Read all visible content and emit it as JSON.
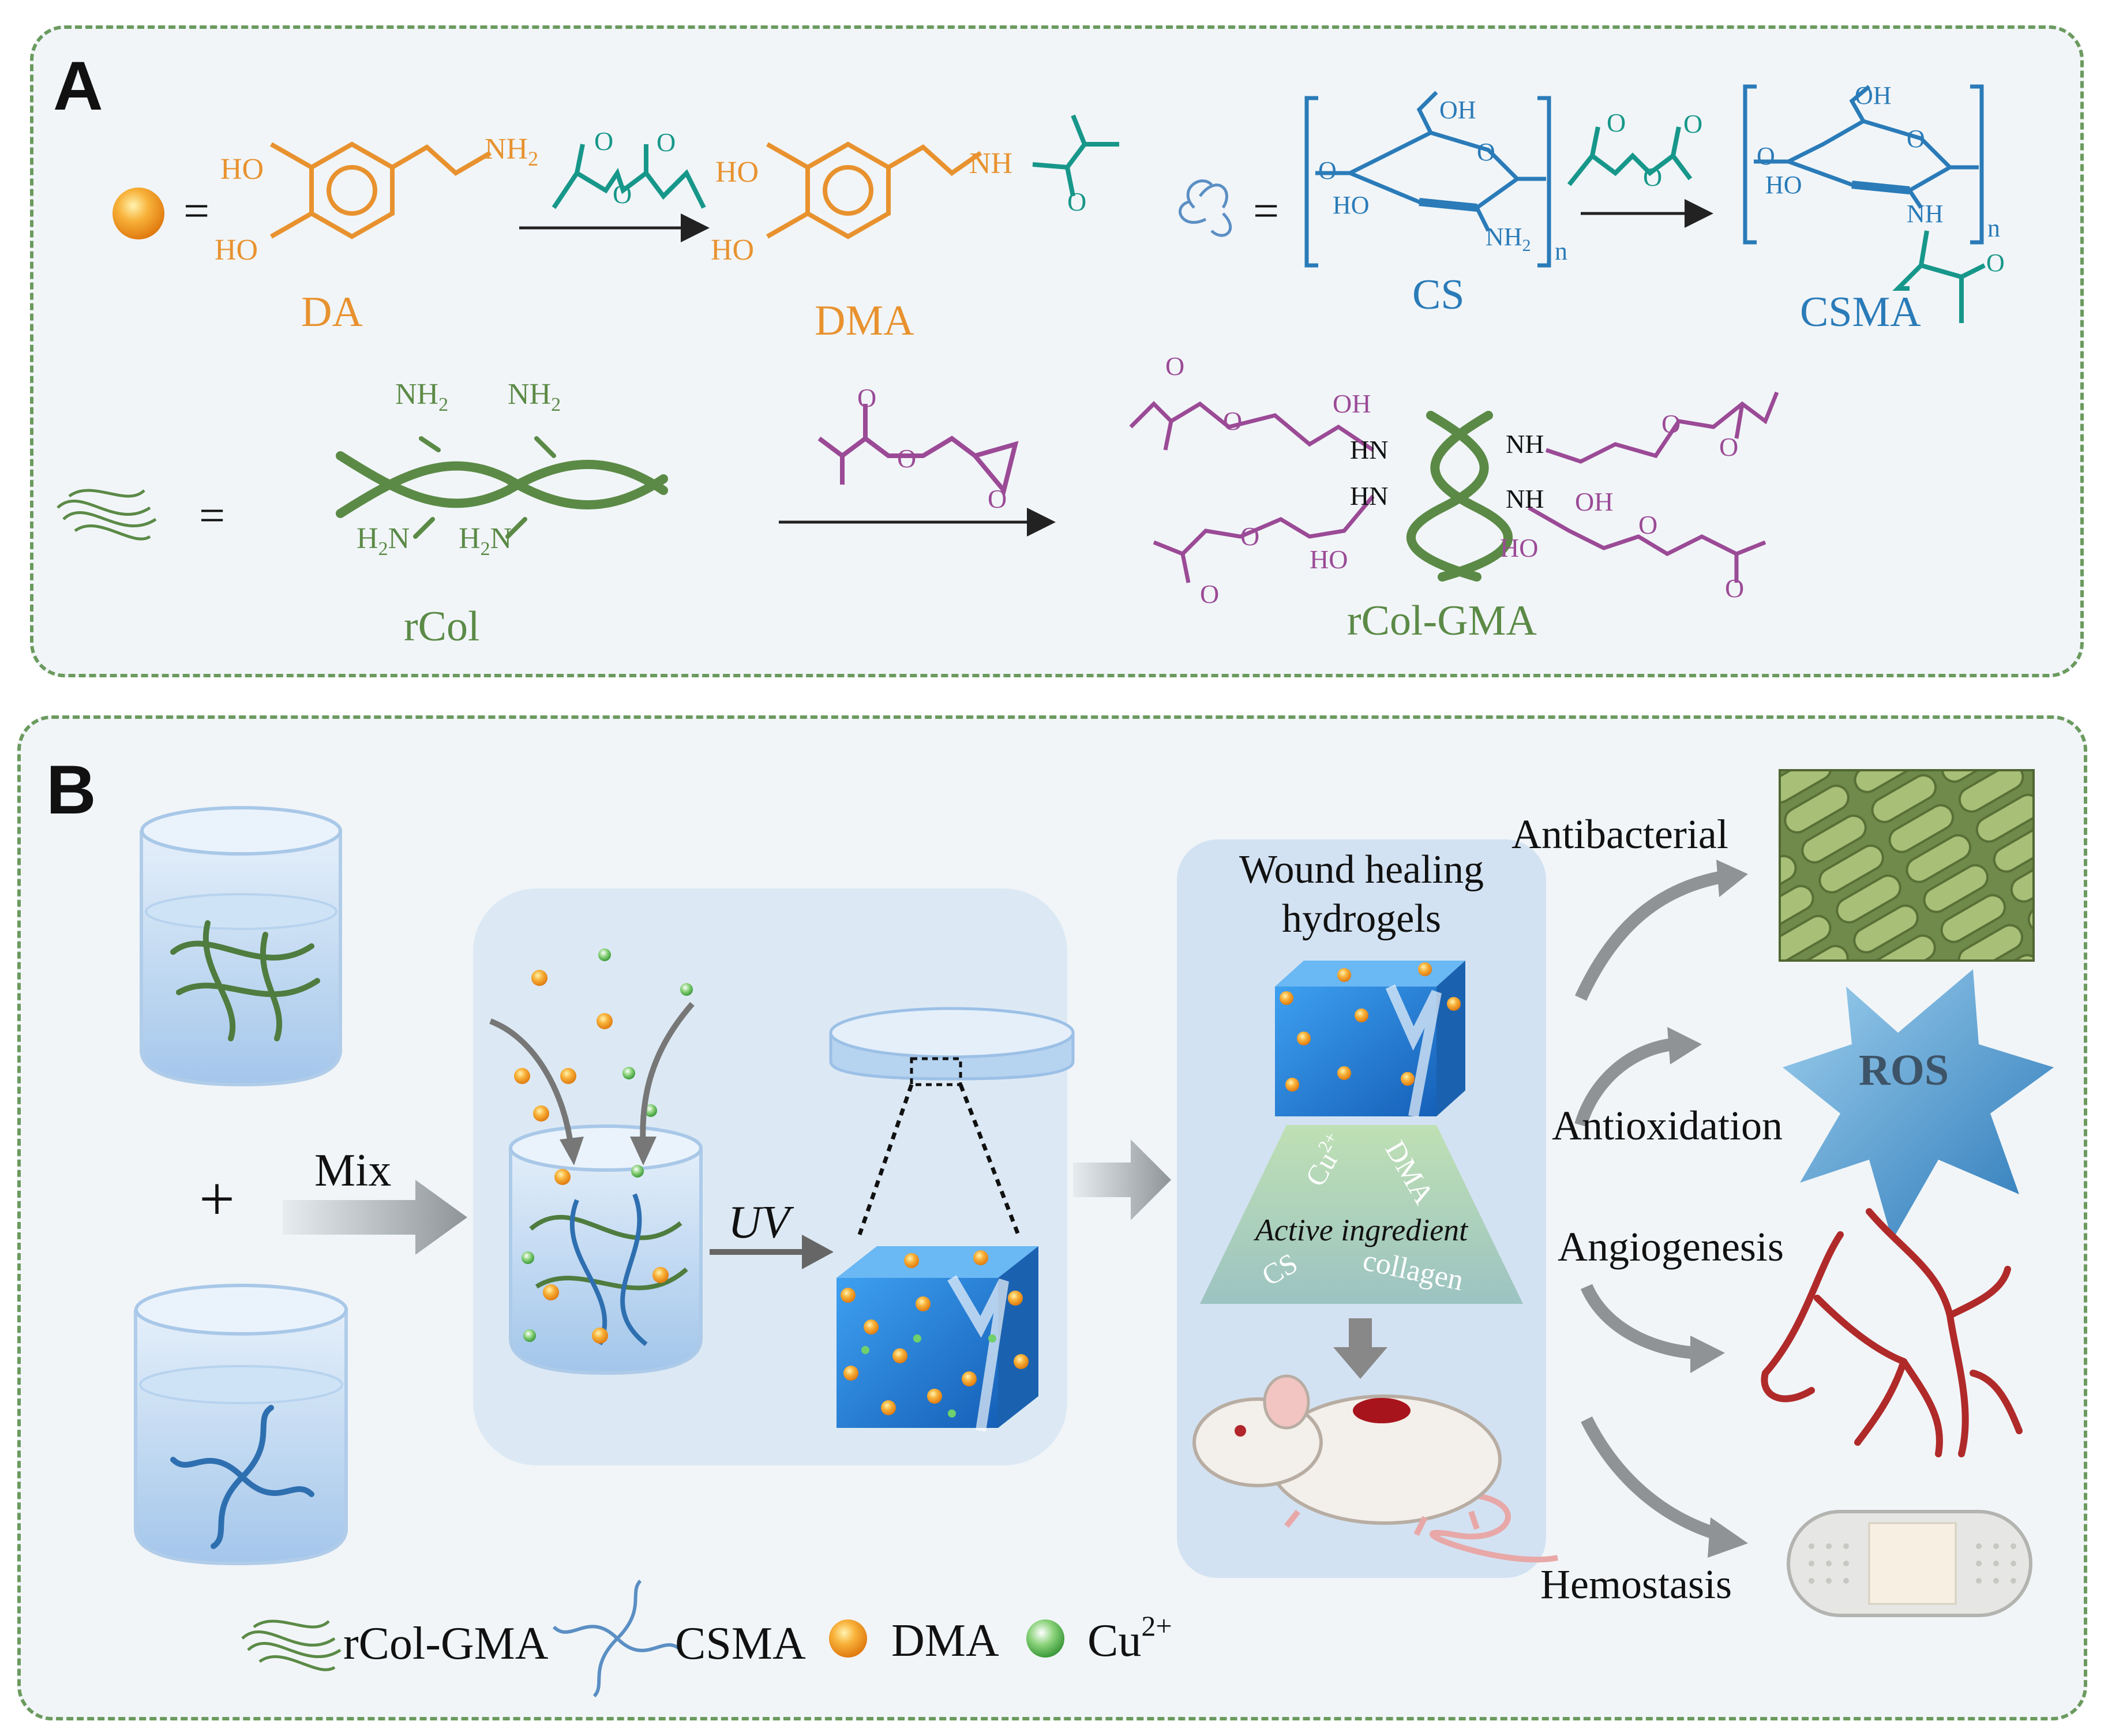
{
  "panel_a": {
    "label": "A",
    "equals": "=",
    "da": {
      "name": "DA",
      "ho": "HO",
      "nh2": "NH",
      "sub2": "2"
    },
    "dma": {
      "name": "DMA",
      "ho": "HO",
      "nh": "NH",
      "o": "O"
    },
    "cs": {
      "name": "CS",
      "oh": "OH",
      "o": "O",
      "ho": "HO",
      "nh2": "NH",
      "sub2": "2",
      "n": "n"
    },
    "csma": {
      "name": "CSMA",
      "oh": "OH",
      "o": "O",
      "ho": "HO",
      "nh": "NH",
      "n": "n"
    },
    "rcol": {
      "name": "rCol",
      "nh2": "NH",
      "h2n": "H",
      "sub2": "2",
      "n_suffix": "N"
    },
    "rcolgma": {
      "name": "rCol-GMA",
      "oh": "OH",
      "hn": "HN",
      "nh": "NH",
      "ho": "HO",
      "o": "O"
    }
  },
  "panel_b": {
    "label": "B",
    "plus": "+",
    "mix": "Mix",
    "uv": "UV",
    "wound_title_line1": "Wound healing",
    "wound_title_line2": "hydrogels",
    "pyramid": {
      "cu": "Cu",
      "cu_sup": "2+",
      "dma": "DMA",
      "active": "Active ingredient",
      "cs": "CS",
      "collagen": "collagen"
    },
    "outcomes": {
      "antibacterial": "Antibacterial",
      "antioxidation": "Antioxidation",
      "angiogenesis": "Angiogenesis",
      "hemostasis": "Hemostasis",
      "ros": "ROS"
    },
    "legend": {
      "rcolgma": "rCol-GMA",
      "csma": "CSMA",
      "dma": "DMA",
      "cu": "Cu",
      "cu_sup": "2+"
    }
  },
  "colors": {
    "da": "#e8922f",
    "cs": "#2a7bb8",
    "csma_teal": "#17978a",
    "rcol": "#5b8a46",
    "gma": "#9b4a96",
    "panel_border": "#6b9a5e"
  }
}
